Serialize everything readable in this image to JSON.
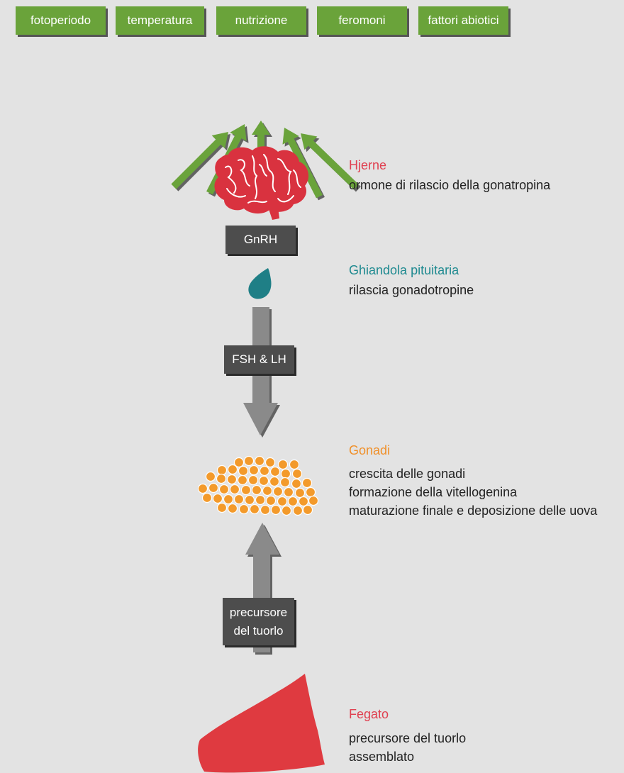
{
  "factors": [
    "fotoperiodo",
    "temperatura",
    "nutrizione",
    "feromoni",
    "fattori abiotici"
  ],
  "connector_labels": {
    "gnrh": "GnRH",
    "fsh_lh": "FSH & LH",
    "yolk_line1": "precursore",
    "yolk_line2": "del tuorlo"
  },
  "organs": {
    "brain": {
      "heading": "Hjerne",
      "lines": [
        "ormone di rilascio della gonatropina"
      ]
    },
    "pituitary": {
      "heading": "Ghiandola pituitaria",
      "lines": [
        "rilascia gonadotropine"
      ]
    },
    "gonads": {
      "heading": "Gonadi",
      "lines": [
        "crescita delle gonadi",
        "formazione della vitellogenina",
        "maturazione finale e deposizione delle uova"
      ]
    },
    "liver": {
      "heading": "Fegato",
      "lines": [
        "precursore del tuorlo",
        "assemblato"
      ]
    }
  },
  "colors": {
    "factor_green": "#6aa33a",
    "arrow_green": "#6aa33a",
    "brain_red": "#d9323f",
    "pituitary_teal": "#1f7f86",
    "gonad_orange": "#f39a2b",
    "liver_red": "#df3a40",
    "arrow_gray": "#8a8a8a",
    "label_dark": "#4d4d4d"
  }
}
